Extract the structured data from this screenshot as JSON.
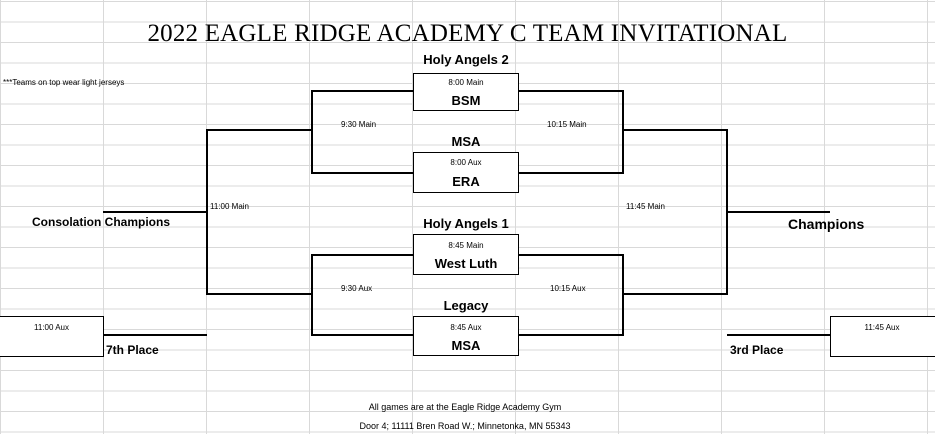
{
  "title": "2022 EAGLE RIDGE ACADEMY C TEAM INVITATIONAL",
  "note": "***Teams on top wear light jerseys",
  "games": {
    "g1": {
      "top_team": "Holy Angels 2",
      "time": "8:00 Main",
      "bottom_team": "BSM"
    },
    "g2": {
      "top_team": "MSA",
      "time": "8:00 Aux",
      "bottom_team": "ERA"
    },
    "g3": {
      "top_team": "Holy Angels 1",
      "time": "8:45 Main",
      "bottom_team": "West Luth"
    },
    "g4": {
      "top_team": "Legacy",
      "time": "8:45 Aux",
      "bottom_team": "MSA"
    }
  },
  "times": {
    "consolation_upper": "9:30 Main",
    "consolation_lower": "9:30 Aux",
    "winners_upper": "10:15 Main",
    "winners_lower": "10:15 Aux",
    "consolation_final": "11:00 Main",
    "championship": "11:45 Main",
    "seventh_place_game": "11:00 Aux",
    "third_place_game": "11:45 Aux"
  },
  "labels": {
    "consolation_champions": "Consolation Champions",
    "champions": "Champions",
    "seventh_place": "7th Place",
    "third_place": "3rd Place"
  },
  "footer": {
    "line1": "All games are at the Eagle Ridge Academy Gym",
    "line2": "Door 4; 11111 Bren Road W.; Minnetonka, MN 55343"
  }
}
